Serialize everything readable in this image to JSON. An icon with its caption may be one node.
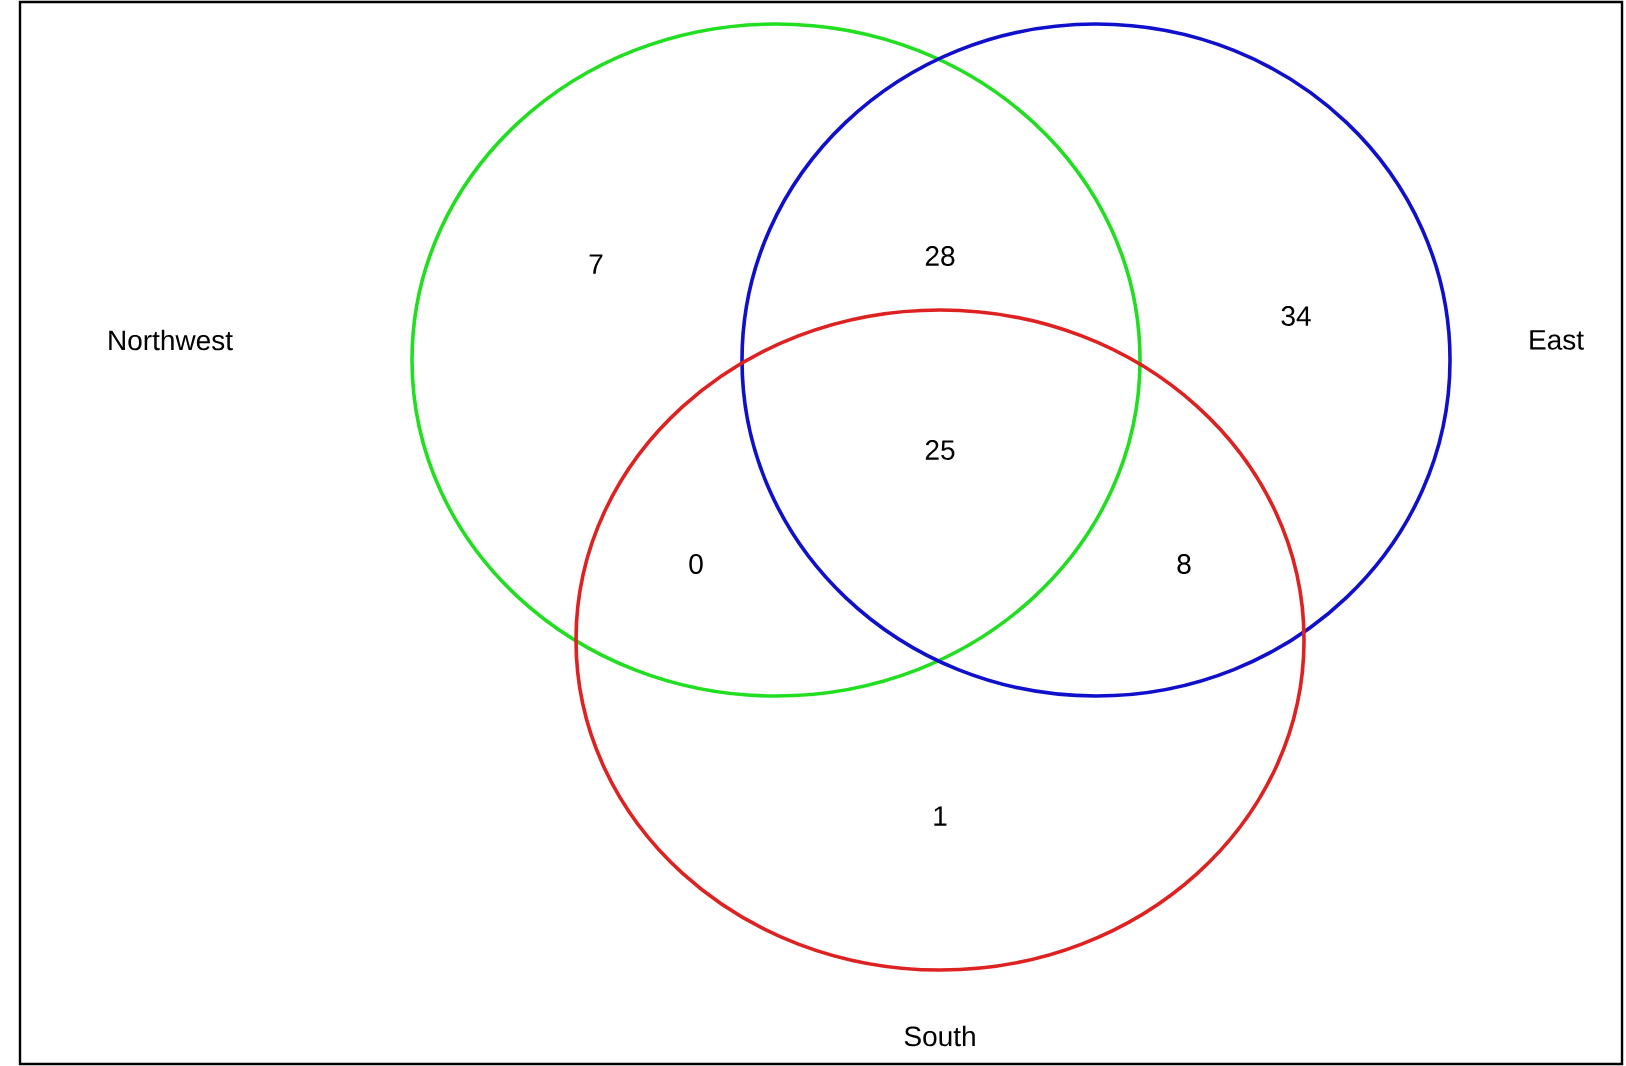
{
  "diagram": {
    "nodes": [
      {
        "text": [],
        "shape": "circle"
      },
      {
        "text": [],
        "shape": "circle"
      },
      {
        "text": [],
        "shape": "circle"
      }
    ],
    "labels": [
      "7",
      "28",
      "34",
      "Northwest",
      "East",
      "25",
      "0",
      "8",
      "1",
      "South"
    ]
  }
}
